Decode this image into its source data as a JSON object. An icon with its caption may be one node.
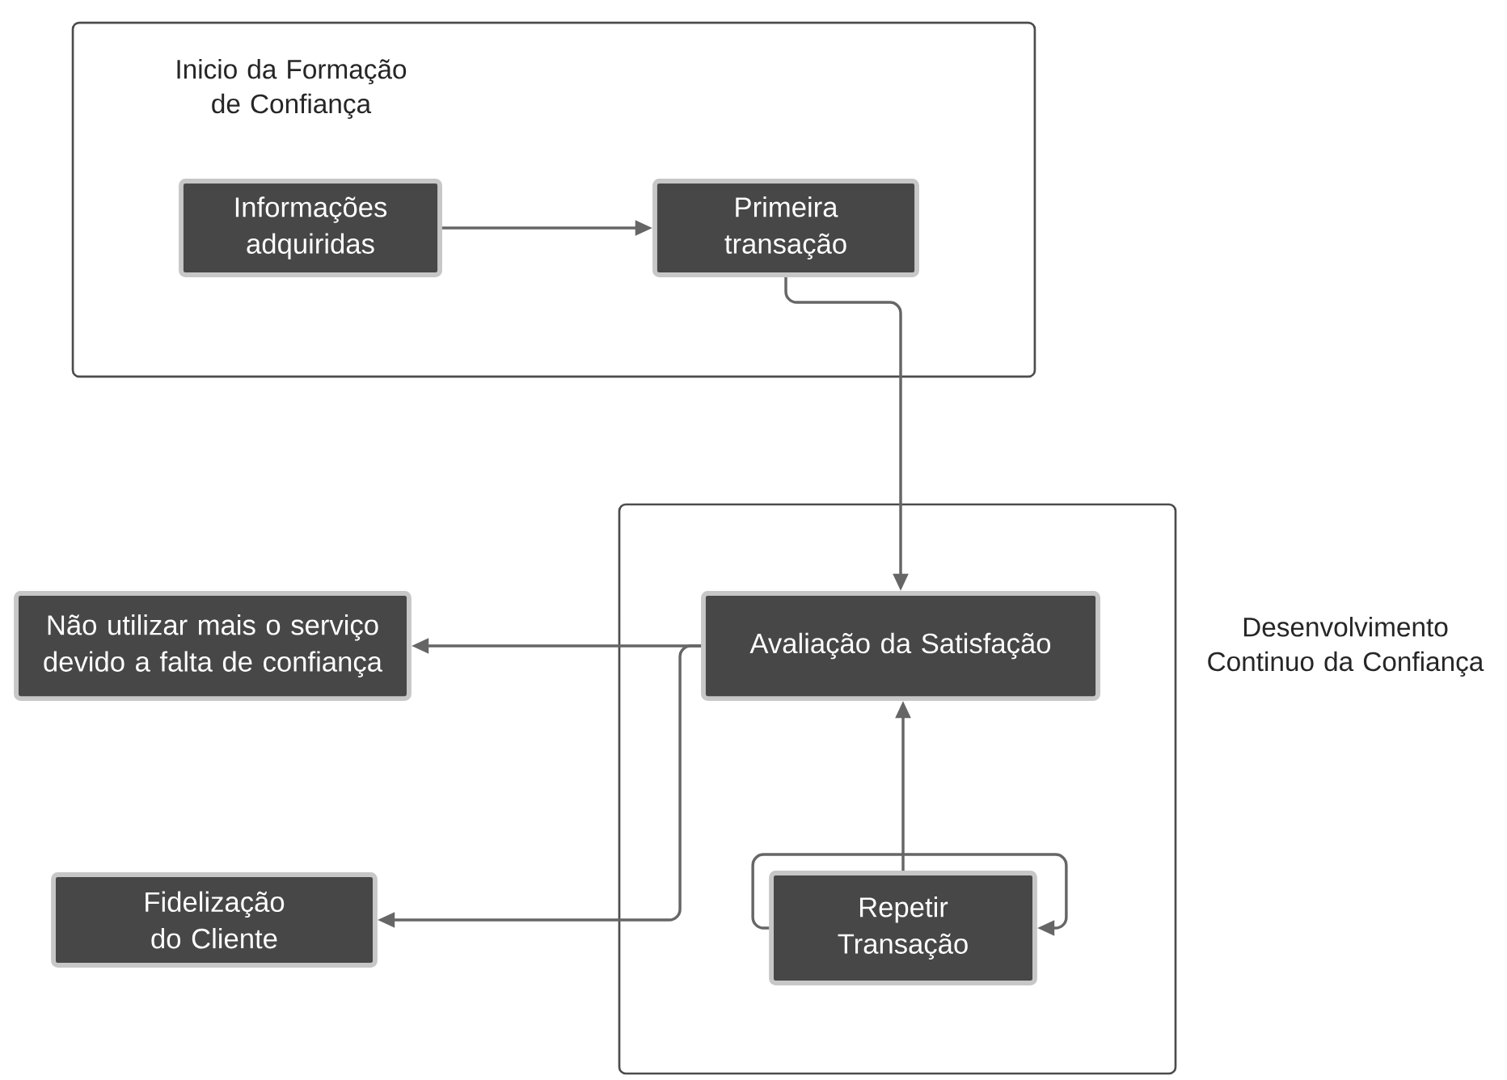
{
  "diagram": {
    "nodes": [
      {
        "text": [
          "Inicio da Formação de Confiança"
        ]
      },
      {
        "text": [
          "Informações adquiridas"
        ],
        "in": 0
      },
      {
        "text": [
          "Primeira transação"
        ],
        "in": 0
      },
      {
        "text": [
          "Desenvolvimento Continuo da Confiança"
        ]
      },
      {
        "text": [
          "Avaliação da Satisfação"
        ],
        "in": 3
      },
      {
        "text": [
          "Repetir Transação"
        ],
        "in": 3
      },
      {
        "text": [
          "Não utilizar mais o serviço devido a falta de confiança"
        ]
      },
      {
        "text": [
          "Fidelização do Cliente"
        ]
      }
    ],
    "edges": [
      {
        "from": 1,
        "to": 2,
        "arrow": "to"
      },
      {
        "from": 2,
        "to": 4,
        "arrow": "to"
      },
      {
        "from": 4,
        "to": 6,
        "arrow": "to"
      },
      {
        "from": 4,
        "to": 7,
        "arrow": "to"
      },
      {
        "from": 5,
        "to": 4,
        "arrow": "to"
      },
      {
        "from": 5,
        "to": 5,
        "arrow": "to"
      }
    ]
  }
}
